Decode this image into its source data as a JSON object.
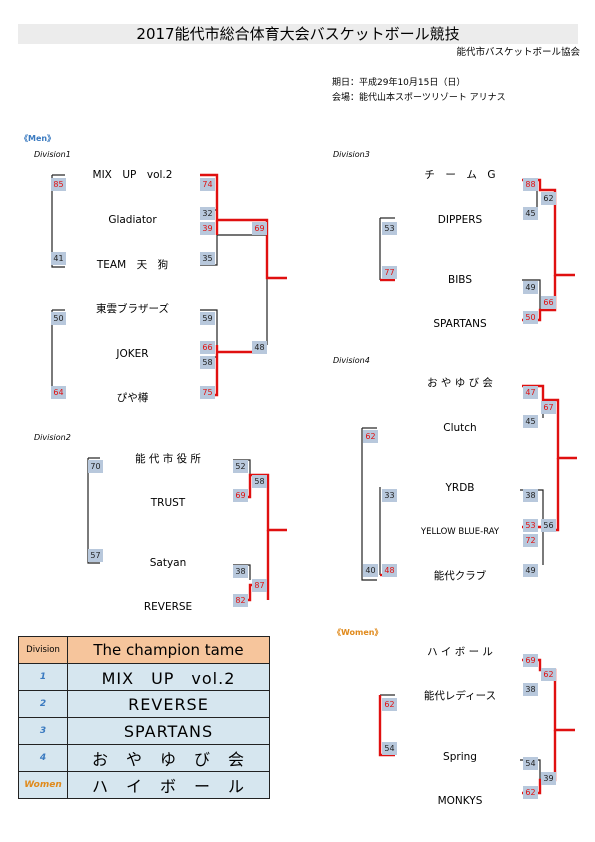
{
  "title": "2017能代市総合体育大会バスケットボール競技",
  "organizer": "能代市バスケットボール協会",
  "date_line": "期日：平成29年10月15日（日）",
  "venue_line": "会場：能代山本スポーツリゾート アリナス",
  "men_label": "《Men》",
  "women_label": "《Women》",
  "division1": {
    "label": "Division1",
    "teams": [
      "MIX　UP　vol.2",
      "Gladiator",
      "TEAM　天　狗",
      "東雲ブラザーズ",
      "JOKER",
      "ぴや樽"
    ],
    "scores": [
      "85",
      "41",
      "74",
      "32",
      "39",
      "35",
      "69",
      "50",
      "64",
      "59",
      "66",
      "58",
      "75",
      "48"
    ]
  },
  "division2": {
    "label": "Division2",
    "teams": [
      "能 代 市 役 所",
      "TRUST",
      "Satyan",
      "REVERSE"
    ],
    "scores": [
      "70",
      "57",
      "52",
      "69",
      "58",
      "38",
      "87",
      "82"
    ]
  },
  "division3": {
    "label": "Division3",
    "teams": [
      "チ　ー　ム　G",
      "DIPPERS",
      "BIBS",
      "SPARTANS"
    ],
    "scores": [
      "88",
      "45",
      "62",
      "53",
      "77",
      "49",
      "66",
      "50"
    ]
  },
  "division4": {
    "label": "Division4",
    "teams": [
      "お や ゆ び 会",
      "Clutch",
      "YRDB",
      "YELLOW BLUE-RAY",
      "能代クラブ"
    ],
    "scores": [
      "47",
      "45",
      "67",
      "62",
      "33",
      "40",
      "48",
      "38",
      "53",
      "72",
      "56",
      "49"
    ]
  },
  "women": {
    "teams": [
      "ハ イ ボ ー ル",
      "能代レディース",
      "Spring",
      "MONKYS"
    ],
    "scores": [
      "69",
      "38",
      "62",
      "62",
      "54",
      "54",
      "62",
      "39"
    ]
  },
  "champions": {
    "header_division": "Division",
    "header_title": "The champion tame",
    "rows": [
      {
        "division": "1",
        "team": "MIX　UP　vol.2"
      },
      {
        "division": "2",
        "team": "REVERSE"
      },
      {
        "division": "3",
        "team": "SPARTANS"
      },
      {
        "division": "4",
        "team": "お　や　ゆ　び　会"
      },
      {
        "division": "Women",
        "team": "ハ　イ　ボ　ー　ル"
      }
    ]
  },
  "colors": {
    "winner_line": "#e01010",
    "score_box": "#b8c8dc",
    "title_bar": "#ececec",
    "table_header": "#f6c59c",
    "table_body": "#d6e6ef"
  }
}
